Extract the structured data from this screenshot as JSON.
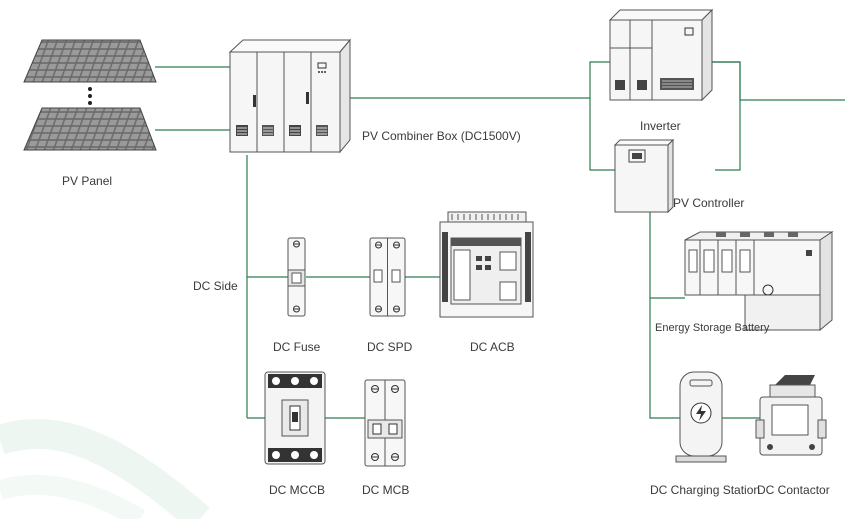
{
  "labels": {
    "pv_panel": "PV Panel",
    "pv_combiner_box": "PV Combiner Box (DC1500V)",
    "inverter": "Inverter",
    "pv_controller": "PV Controller",
    "dc_side": "DC Side",
    "dc_fuse": "DC Fuse",
    "dc_spd": "DC SPD",
    "dc_acb": "DC ACB",
    "energy_storage_battery": "Energy Storage Battery",
    "dc_mccb": "DC MCCB",
    "dc_mcb": "DC MCB",
    "dc_charging_station": "DC Charging Station",
    "dc_contactor": "DC Contactor"
  },
  "colors": {
    "connector": "#2e7d4f",
    "outline": "#555555",
    "fill_light": "#f4f4f4",
    "fill_mid": "#dcdcdc",
    "fill_dark": "#333333"
  },
  "icons": {
    "charging_symbol": "lightning-bolt",
    "ellipsis": "vertical-dots"
  }
}
